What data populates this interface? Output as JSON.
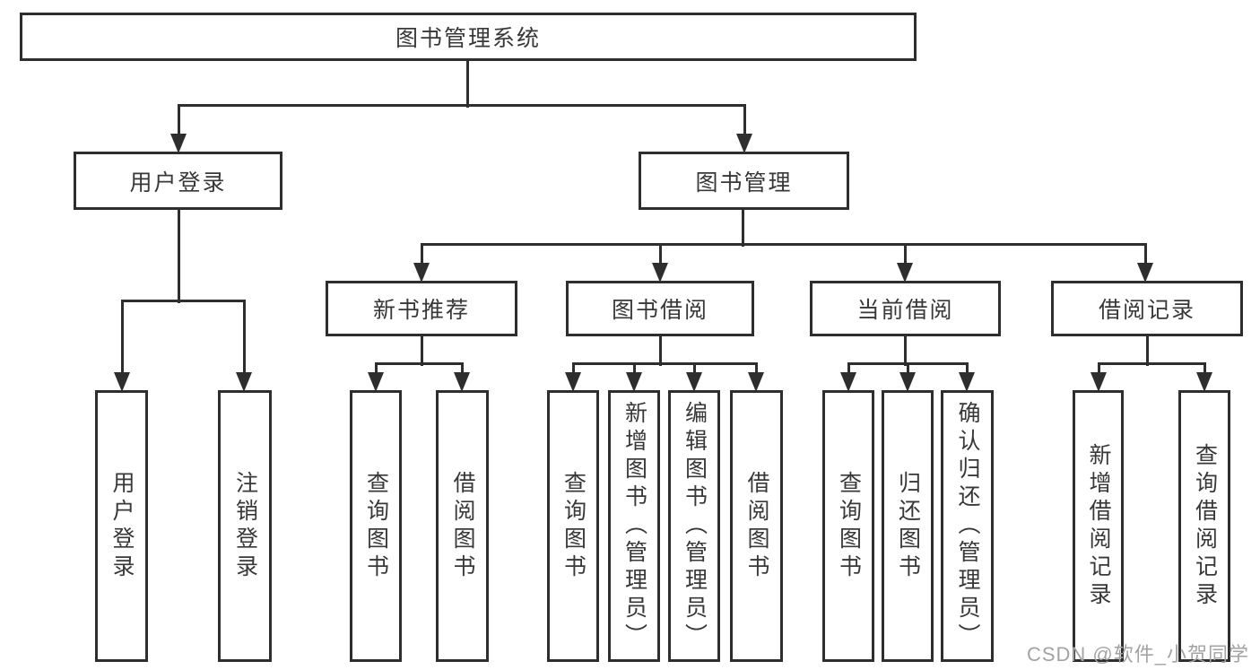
{
  "nodes": {
    "root": "图书管理系统",
    "user_login": "用户登录",
    "book_mgmt": "图书管理",
    "new_books": "新书推荐",
    "book_borrow": "图书借阅",
    "current_borrow": "当前借阅",
    "borrow_records": "借阅记录",
    "leaf_user_login": "用户登录",
    "leaf_logout": "注销登录",
    "leaf_nb_query": "查询图书",
    "leaf_nb_borrow": "借阅图书",
    "leaf_bb_query": "查询图书",
    "leaf_bb_add": "新增图书（管理员）",
    "leaf_bb_edit": "编辑图书（管理员）",
    "leaf_bb_borrow": "借阅图书",
    "leaf_cb_query": "查询图书",
    "leaf_cb_return": "归还图书",
    "leaf_cb_confirm": "确认归还（管理员）",
    "leaf_br_add": "新增借阅记录",
    "leaf_br_query": "查询借阅记录"
  },
  "watermark": "CSDN @软件_小贺同学",
  "colors": {
    "line": "#2e2e2e",
    "border": "#2e2e2e",
    "text": "#383838",
    "node_background": "#ffffff",
    "watermark": "#a3a3a3"
  }
}
